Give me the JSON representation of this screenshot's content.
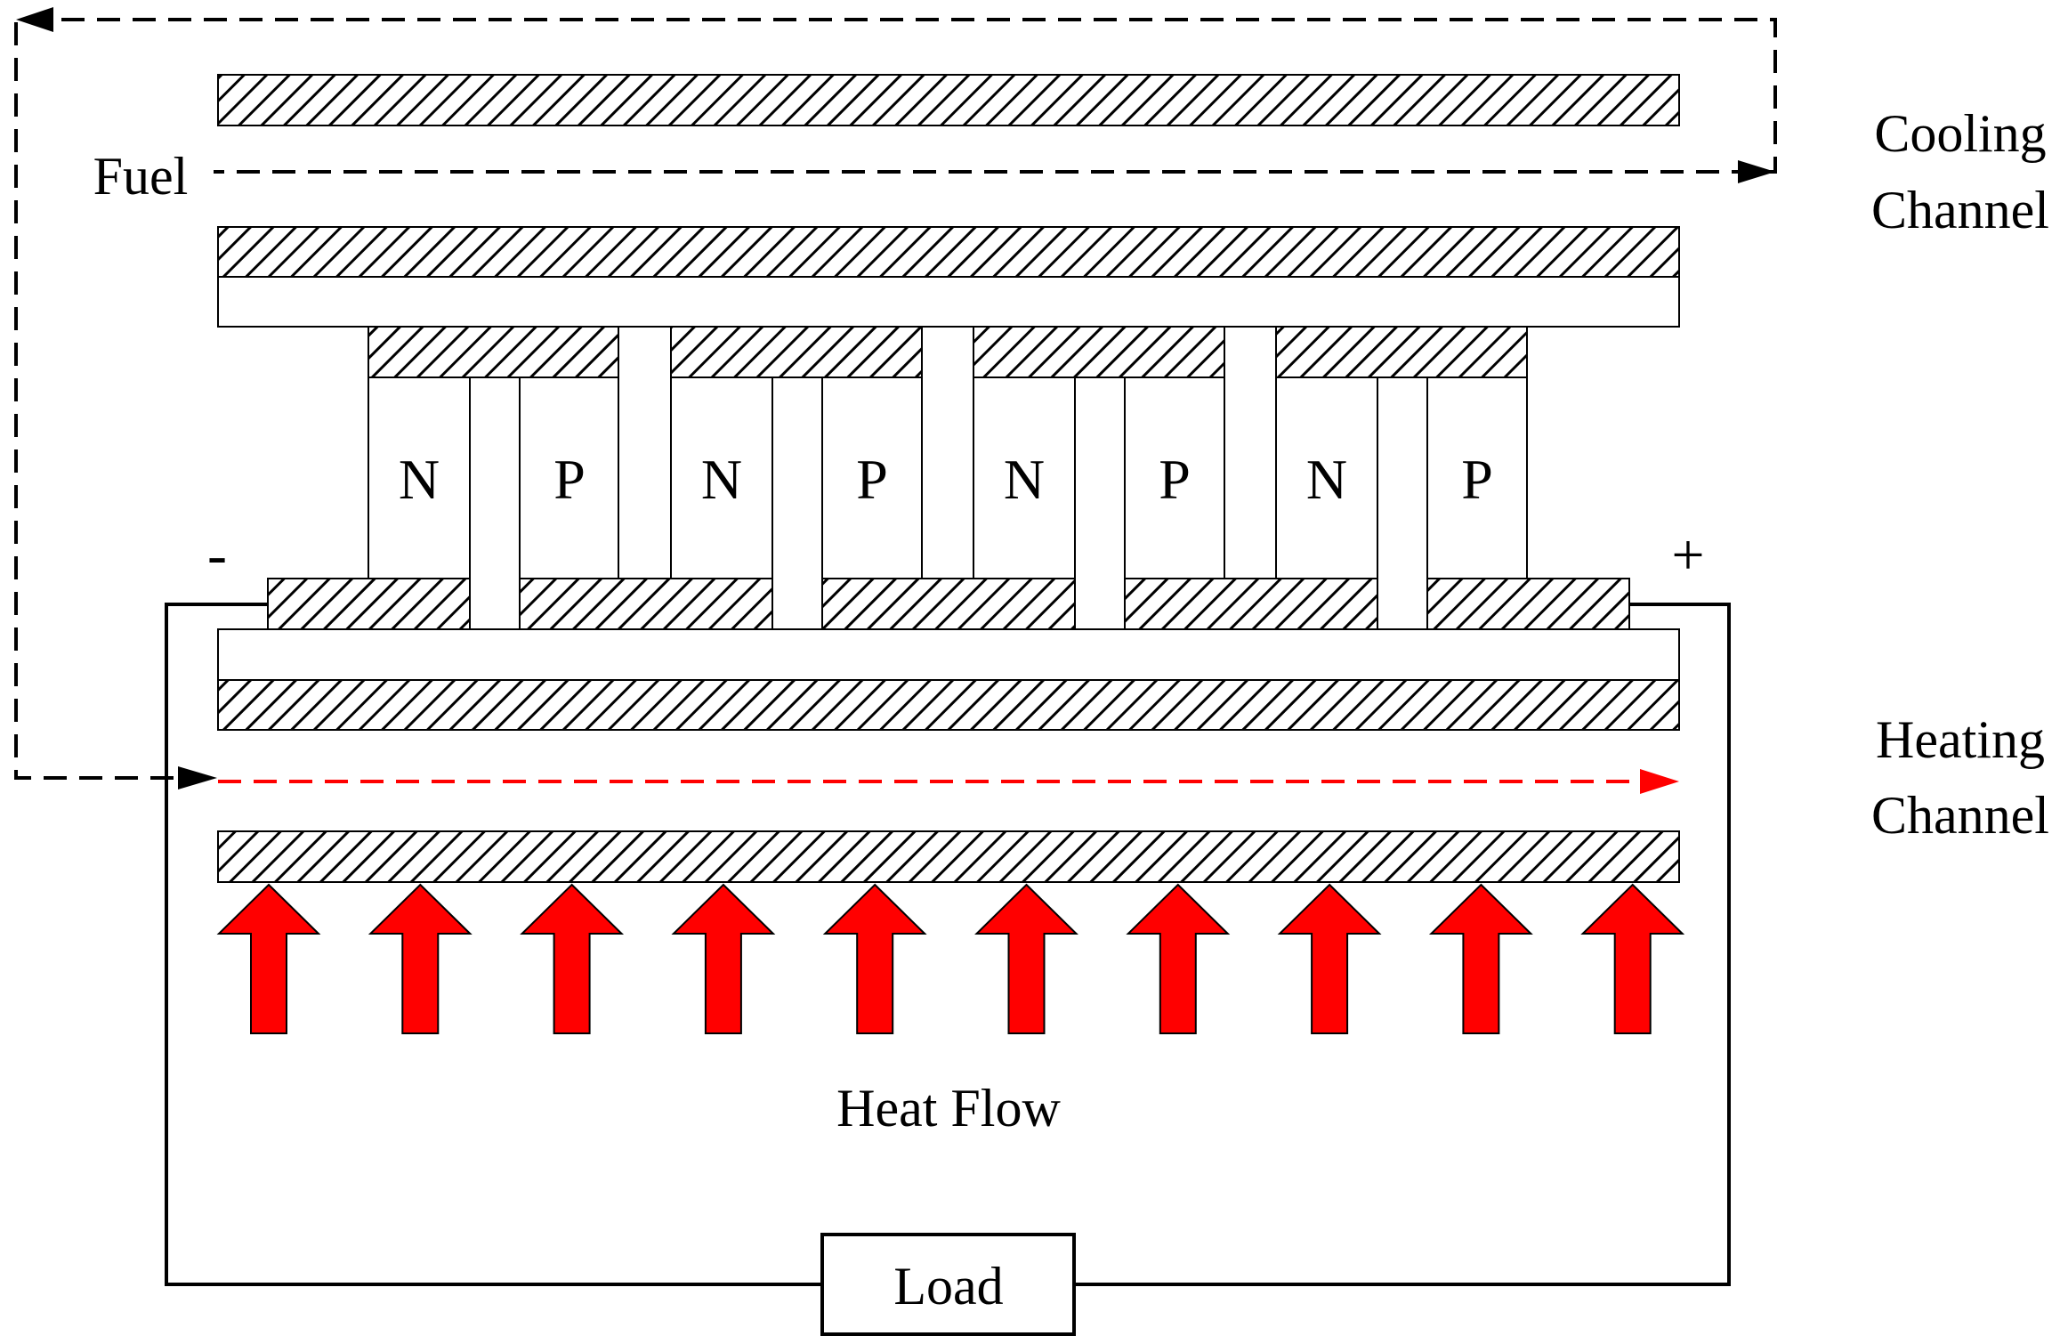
{
  "labels": {
    "fuel": "Fuel",
    "cooling_line1": "Cooling",
    "cooling_line2": "Channel",
    "heating_line1": "Heating",
    "heating_line2": "Channel",
    "heat_flow": "Heat Flow",
    "load": "Load",
    "minus": "-",
    "plus": "+"
  },
  "legs": [
    "N",
    "P",
    "N",
    "P",
    "N",
    "P",
    "N",
    "P"
  ],
  "colors": {
    "heat_arrow": "#ff0000",
    "heating_flow_line": "#ff0000",
    "fuel_line": "#000000",
    "hatch": "#000000"
  },
  "heat_arrow_count": 10
}
